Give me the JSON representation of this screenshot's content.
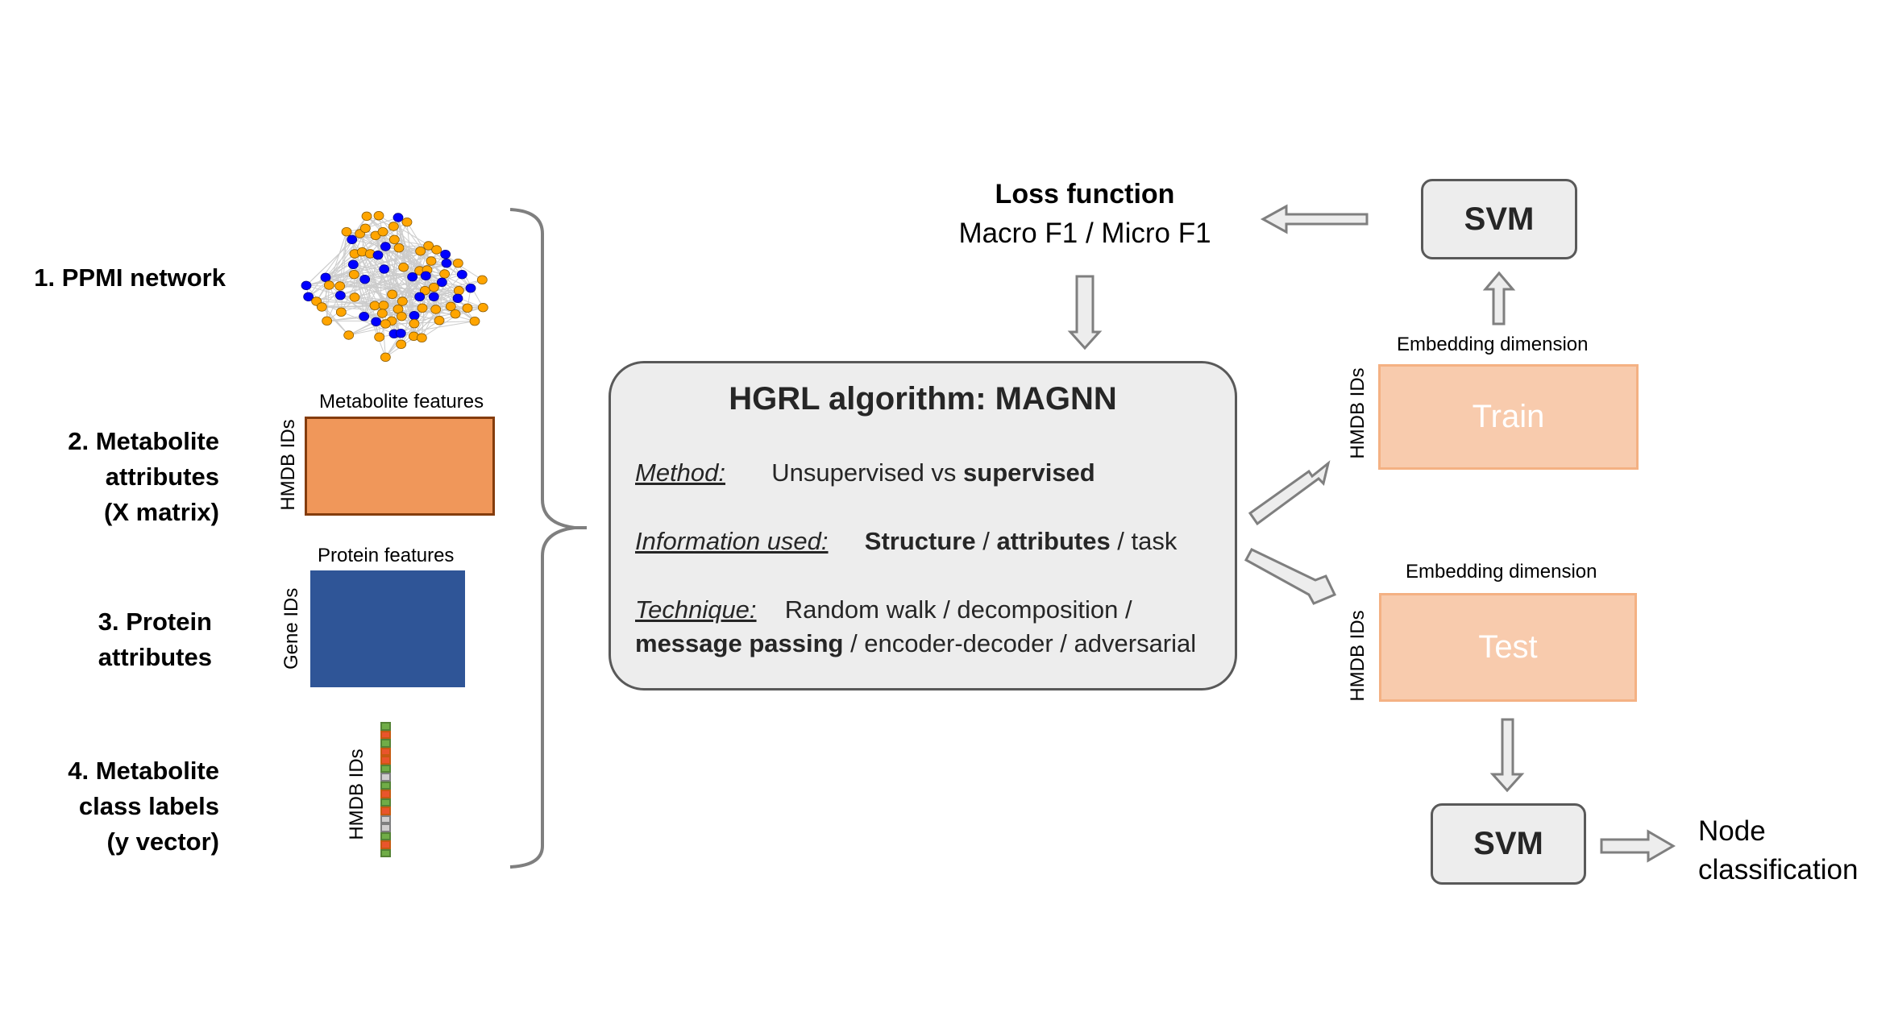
{
  "inputs": [
    {
      "id": "ppmi",
      "lines": [
        "1. PPMI network"
      ]
    },
    {
      "id": "metabolite_attributes",
      "lines": [
        "2. Metabolite",
        "attributes",
        "(X matrix)"
      ]
    },
    {
      "id": "protein_attributes",
      "lines": [
        "3. Protein",
        "attributes"
      ]
    },
    {
      "id": "class_labels",
      "lines": [
        "4. Metabolite",
        "class labels",
        "(y vector)"
      ]
    }
  ],
  "matrices": {
    "metabolite": {
      "col_label": "Metabolite features",
      "row_label": "HMDB IDs",
      "fill": "#f0975a",
      "border": "#843c0c"
    },
    "protein": {
      "col_label": "Protein features",
      "row_label": "Gene IDs",
      "fill": "#2f5597"
    },
    "y_vector": {
      "row_label": "HMDB IDs",
      "cells": [
        "green",
        "red",
        "green",
        "red",
        "red",
        "green",
        "gray",
        "green",
        "red",
        "green",
        "red",
        "gray",
        "gray",
        "green",
        "red",
        "green"
      ],
      "colors": {
        "green": "#70ad47",
        "red": "#e9542c",
        "gray": "#d0cece",
        "green_border": "#548235",
        "red_border": "#c55a11",
        "gray_border": "#7f7f7f"
      }
    }
  },
  "network": {
    "node_colors": {
      "metabolite": "#ffa500",
      "protein": "#0000ff"
    },
    "edge_color": "#cccccc"
  },
  "loss": {
    "title": "Loss function",
    "subtitle": "Macro F1 / Micro F1"
  },
  "hgrl": {
    "title": "HGRL algorithm: MAGNN",
    "method_key": "Method:",
    "method_plain": "Unsupervised vs ",
    "method_bold": "supervised",
    "info_key": "Information used:",
    "info_bold1": "Structure",
    "info_sep1": " / ",
    "info_bold2": "attributes",
    "info_rest": " / task",
    "technique_key": "Technique:",
    "technique_line1": "Random walk / decomposition /",
    "technique_bold": "message passing",
    "technique_line2_rest": " / encoder-decoder / adversarial"
  },
  "embeddings": {
    "train": {
      "label": "Train",
      "col_label": "Embedding dimension",
      "row_label": "HMDB IDs"
    },
    "test": {
      "label": "Test",
      "col_label": "Embedding dimension",
      "row_label": "HMDB IDs"
    }
  },
  "svm_top": {
    "label": "SVM"
  },
  "svm_bottom": {
    "label": "SVM"
  },
  "output": {
    "lines": [
      "Node",
      "classification"
    ]
  },
  "colors": {
    "arrow_fill": "#ededed",
    "arrow_stroke": "#7f7f7f",
    "brace": "#7f7f7f",
    "embedding_fill": "#f8cbad",
    "embedding_border": "#f4b183"
  }
}
